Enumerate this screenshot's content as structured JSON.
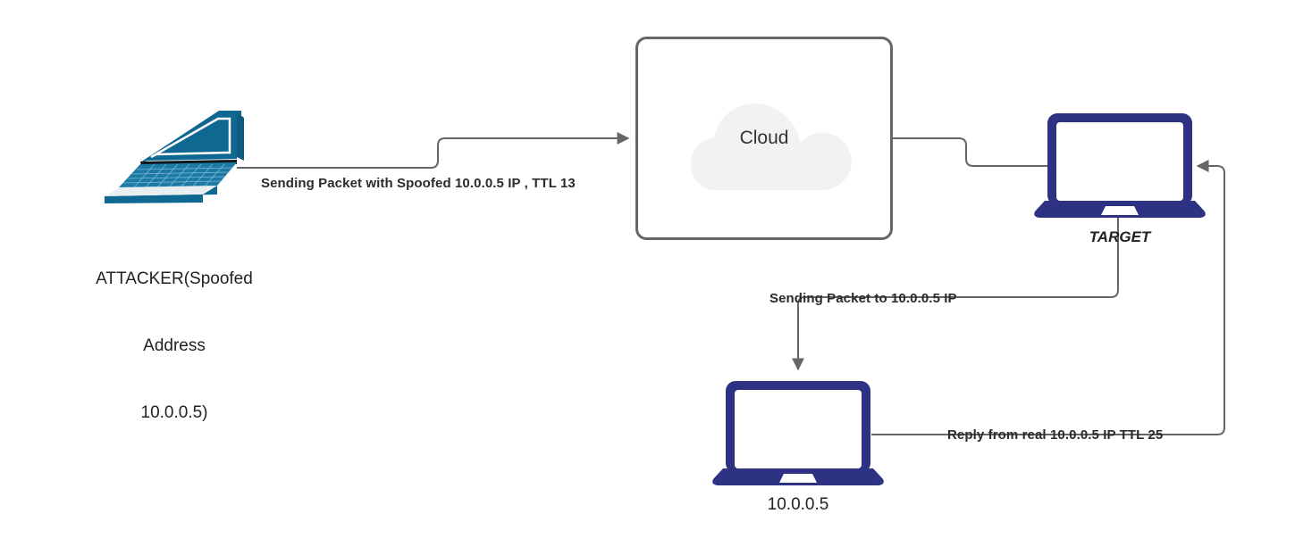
{
  "diagram": {
    "title": "IP Spoofing / TTL reflection network diagram",
    "background": "#ffffff",
    "colors": {
      "attacker_device": "#0f6892",
      "laptop_navy": "#2d3282",
      "wire": "#666666",
      "cloud_fill": "#f2f2f2",
      "box_border": "#666666",
      "text": "#1a1a1a"
    }
  },
  "nodes": {
    "attacker": {
      "icon": "laptop-isometric-icon",
      "label_lines": [
        "ATTACKER(Spoofed",
        "Address",
        "10.0.0.5)"
      ]
    },
    "cloud": {
      "icon": "cloud-icon",
      "label": "Cloud",
      "container": "rounded-rectangle"
    },
    "target": {
      "icon": "laptop-icon",
      "label": "TARGET"
    },
    "victim": {
      "icon": "laptop-icon",
      "label": "10.0.0.5"
    }
  },
  "edges": [
    {
      "id": "attacker-to-cloud",
      "label": "Sending Packet with Spoofed 10.0.0.5 IP , TTL 13",
      "from": "attacker",
      "to": "cloud",
      "arrowhead": "end"
    },
    {
      "id": "cloud-to-target",
      "label": "",
      "from": "cloud",
      "to": "target",
      "arrowhead": "none"
    },
    {
      "id": "target-to-victim",
      "label": "Sending Packet to 10.0.0.5 IP",
      "from": "target",
      "to": "victim",
      "arrowhead": "end"
    },
    {
      "id": "victim-to-target",
      "label": "Reply from real 10.0.0.5 IP TTL 25",
      "from": "victim",
      "to": "target",
      "arrowhead": "end"
    }
  ]
}
